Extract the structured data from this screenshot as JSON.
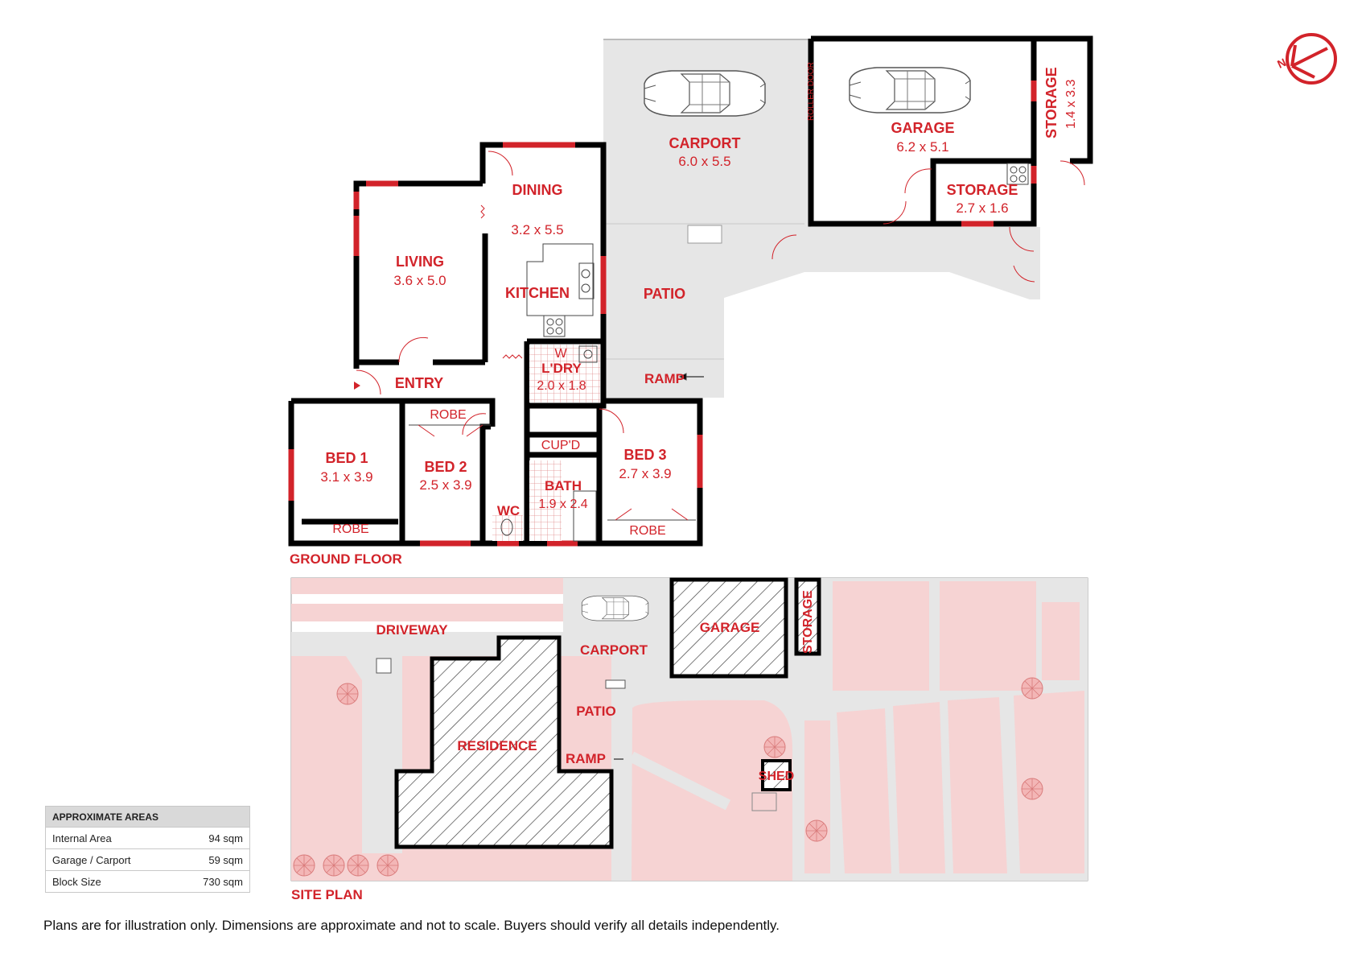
{
  "compass": {
    "letter": "N",
    "color": "#d2232a"
  },
  "colors": {
    "label": "#d2232a",
    "wall": "#000000",
    "window": "#d2232a",
    "floor_grey": "#e6e6e6",
    "garden": "#f6d3d3"
  },
  "ground_floor": {
    "heading": "GROUND FLOOR",
    "rooms": {
      "living": {
        "name": "LIVING",
        "dims": "3.6 x 5.0"
      },
      "dining": {
        "name": "DINING",
        "dims": "3.2 x 5.5"
      },
      "kitchen": {
        "name": "KITCHEN"
      },
      "entry": {
        "name": "ENTRY"
      },
      "laundry": {
        "name": "L'DRY",
        "dims": "2.0 x 1.8",
        "w_mark": "W"
      },
      "bed1": {
        "name": "BED 1",
        "dims": "3.1 x 3.9",
        "robe": "ROBE"
      },
      "bed2": {
        "name": "BED 2",
        "dims": "2.5 x 3.9",
        "robe": "ROBE"
      },
      "bed3": {
        "name": "BED 3",
        "dims": "2.7 x 3.9",
        "robe": "ROBE"
      },
      "cupd": {
        "name": "CUP'D"
      },
      "bath": {
        "name": "BATH",
        "dims": "1.9 x 2.4"
      },
      "wc": {
        "name": "WC"
      },
      "carport": {
        "name": "CARPORT",
        "dims": "6.0 x 5.5"
      },
      "garage": {
        "name": "GARAGE",
        "dims": "6.2 x 5.1",
        "door_label": "ROLLER DOOR"
      },
      "storage_small": {
        "name": "STORAGE",
        "dims": "2.7 x 1.6"
      },
      "storage_side": {
        "name": "STORAGE",
        "dims": "1.4 x 3.3"
      },
      "patio": {
        "name": "PATIO"
      },
      "ramp": {
        "name": "RAMP"
      }
    }
  },
  "site_plan": {
    "heading": "SITE PLAN",
    "labels": {
      "driveway": "DRIVEWAY",
      "carport": "CARPORT",
      "garage": "GARAGE",
      "storage": "STORAGE",
      "patio": "PATIO",
      "residence": "RESIDENCE",
      "ramp": "RAMP",
      "shed": "SHED"
    }
  },
  "areas": {
    "title": "APPROXIMATE AREAS",
    "rows": [
      {
        "label": "Internal Area",
        "value": "94 sqm"
      },
      {
        "label": "Garage / Carport",
        "value": "59 sqm"
      },
      {
        "label": "Block Size",
        "value": "730 sqm"
      }
    ]
  },
  "disclaimer": "Plans are for illustration only. Dimensions are approximate and not to scale. Buyers should verify all details independently."
}
